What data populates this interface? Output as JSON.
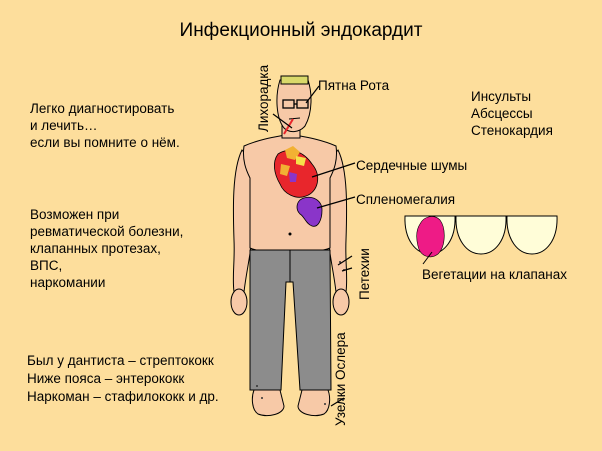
{
  "title": "Инфекционный эндокардит",
  "left_texts": {
    "diagnosis": [
      "Легко диагностировать",
      "и лечить…",
      "если вы помните о нём."
    ],
    "risk_factors": [
      "Возможен при",
      "ревматической болезни,",
      "клапанных протезах,",
      "ВПС,",
      "наркомании"
    ],
    "pathogens": [
      "Был у дантиста – стрептококк",
      "Ниже пояса – энтерококк",
      "Наркоман – стафилококк и др."
    ]
  },
  "labels": {
    "fever": "Лихорадка",
    "roth_spots": "Пятна Рота",
    "heart_murmurs": "Сердечные шумы",
    "splenomegaly": "Спленомегалия",
    "petechiae": "Петехии",
    "osler_nodes": "Узелки Ослера"
  },
  "complications": [
    "Инсульты",
    "Абсцессы",
    "Стенокардия"
  ],
  "valve_caption": "Вегетации на клапанах",
  "colors": {
    "background": "#fdde9c",
    "skin": "#f7c9a7",
    "trousers": "#8c8c8c",
    "heart": "#e8262c",
    "spleen": "#8a35c9",
    "vegetation": "#ee1b86",
    "valve": "#fffdd8"
  }
}
